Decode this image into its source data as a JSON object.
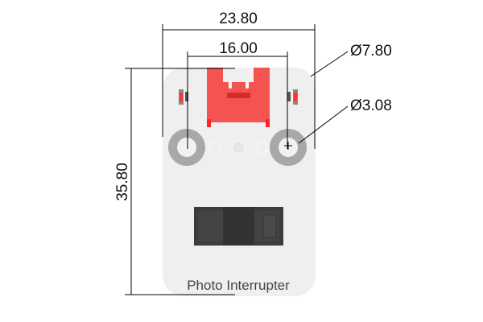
{
  "dimensions": {
    "width_overall": "23.80",
    "hole_spacing": "16.00",
    "height_overall": "35.80",
    "corner_diameter": "Ø7.80",
    "hole_diameter": "Ø3.08"
  },
  "board": {
    "label": "Photo Interrupter",
    "board_color": "#efefef",
    "connector_color": "#f55252",
    "sensor_color": "#3c3c3c"
  }
}
